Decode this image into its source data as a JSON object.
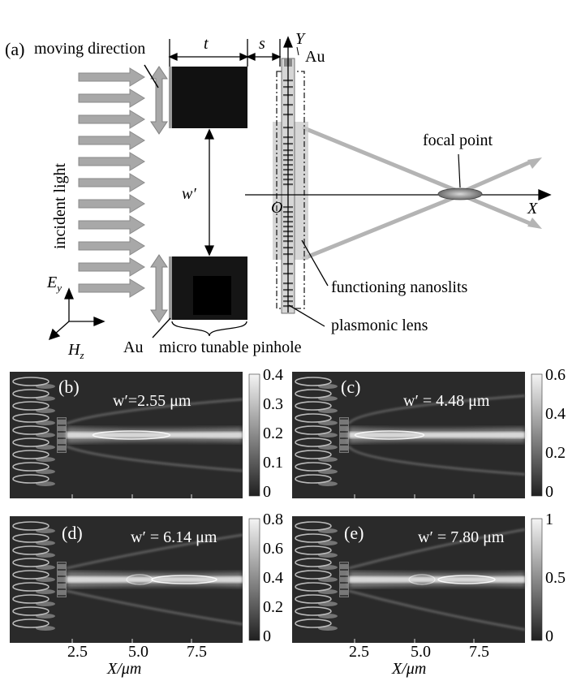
{
  "panel_a": {
    "label": "(a)",
    "moving_direction": "moving direction",
    "t": "t",
    "s": "s",
    "Y": "Y",
    "Au_top": "Au",
    "focal_point": "focal point",
    "incident_light": "incident light",
    "w_prime": "w′",
    "O": "O",
    "X": "X",
    "Ey": "E",
    "Ey_sub": "y",
    "Hz": "H",
    "Hz_sub": "z",
    "Au_bottom": "Au",
    "micro_tunable_pinhole": "micro tunable pinhole",
    "functioning_nanoslits": "functioning nanoslits",
    "plasmonic_lens": "plasmonic lens"
  },
  "field_maps": [
    {
      "label": "(b)",
      "wprime": "w′=2.55 μm",
      "colorbar_ticks": [
        "0.4",
        "0.3",
        "0.2",
        "0.1",
        "0"
      ]
    },
    {
      "label": "(c)",
      "wprime": "w′ = 4.48 μm",
      "colorbar_ticks": [
        "0.6",
        "0.4",
        "0.2",
        "0"
      ]
    },
    {
      "label": "(d)",
      "wprime": "w′ = 6.14 μm",
      "colorbar_ticks": [
        "0.8",
        "0.6",
        "0.4",
        "0.2",
        "0"
      ]
    },
    {
      "label": "(e)",
      "wprime": "w′ = 7.80 μm",
      "colorbar_ticks": [
        "1",
        "0.5",
        "0"
      ]
    }
  ],
  "x_axis": {
    "ticks": [
      "2.5",
      "5.0",
      "7.5"
    ],
    "label": "X/μm"
  },
  "colors": {
    "map_bg": "#2a2a2a",
    "beam": "#e8e8e8",
    "arrow_fill": "#a8a8a8",
    "pinhole_block": "#111111"
  }
}
